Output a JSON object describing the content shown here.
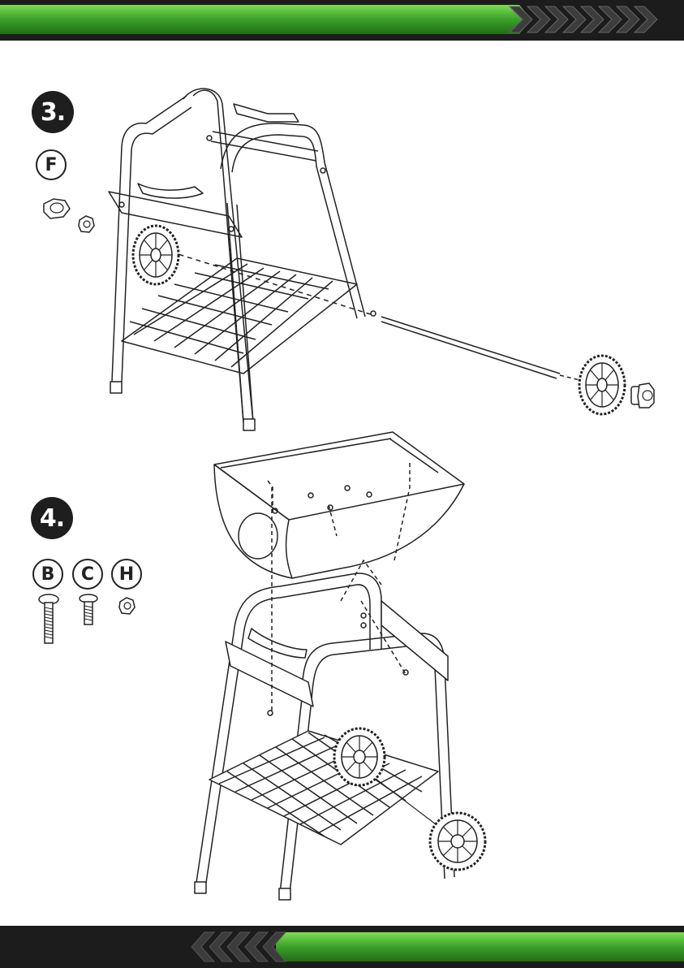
{
  "steps": [
    {
      "number": "3.",
      "parts": [
        "F"
      ]
    },
    {
      "number": "4.",
      "parts": [
        "B",
        "C",
        "H"
      ]
    }
  ],
  "colors": {
    "band_dark": "#1c1c1c",
    "band_green": "#3aa02a",
    "band_green_light": "#6fd04a",
    "line": "#222222"
  },
  "icons": [
    "chevron-right-icon",
    "chevron-left-icon",
    "nut-icon",
    "bolt-icon",
    "wheel-icon",
    "axle-icon"
  ]
}
